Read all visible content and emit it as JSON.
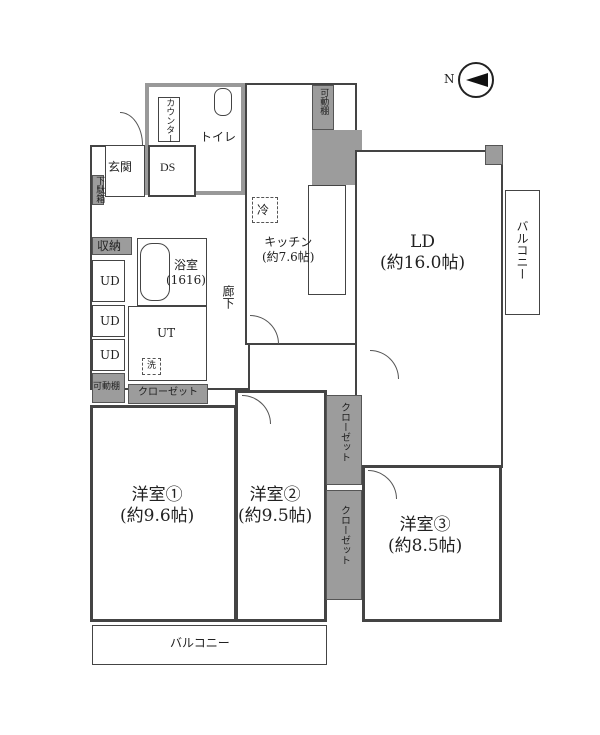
{
  "compass": {
    "label": "N"
  },
  "rooms": {
    "toilet": "トイレ",
    "counter": "カウンター",
    "shelf_top": "可動棚",
    "entrance": "玄関",
    "ds": "DS",
    "shoe_box": "下駄箱",
    "fridge": "冷",
    "kitchen": "キッチン",
    "kitchen_size": "(約7.6帖)",
    "storage": "収納",
    "bath": "浴室",
    "bath_size": "(1616)",
    "ud1": "UD",
    "ud2": "UD",
    "ud3": "UD",
    "ut": "UT",
    "washer": "洗",
    "shelf_left": "可動棚",
    "closet_ut": "クローゼット",
    "hallway": "廊下",
    "ld": "LD",
    "ld_size": "(約16.0帖)",
    "balcony_right": "バルコニー",
    "room1": "洋室①",
    "room1_size": "(約9.6帖)",
    "room2": "洋室②",
    "room2_size": "(約9.5帖)",
    "room3": "洋室③",
    "room3_size": "(約8.5帖)",
    "closet_a": "クローゼット",
    "closet_b": "クローゼット",
    "balcony_bottom": "バルコニー"
  }
}
